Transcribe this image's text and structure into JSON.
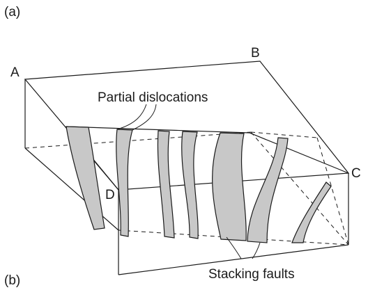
{
  "panel_labels": {
    "top": "(a)",
    "bottom": "(b)"
  },
  "corner_labels": {
    "a": "A",
    "b": "B",
    "c": "C",
    "d": "D"
  },
  "annotations": {
    "partial_dislocations": "Partial dislocations",
    "stacking_faults": "Stacking faults"
  }
}
